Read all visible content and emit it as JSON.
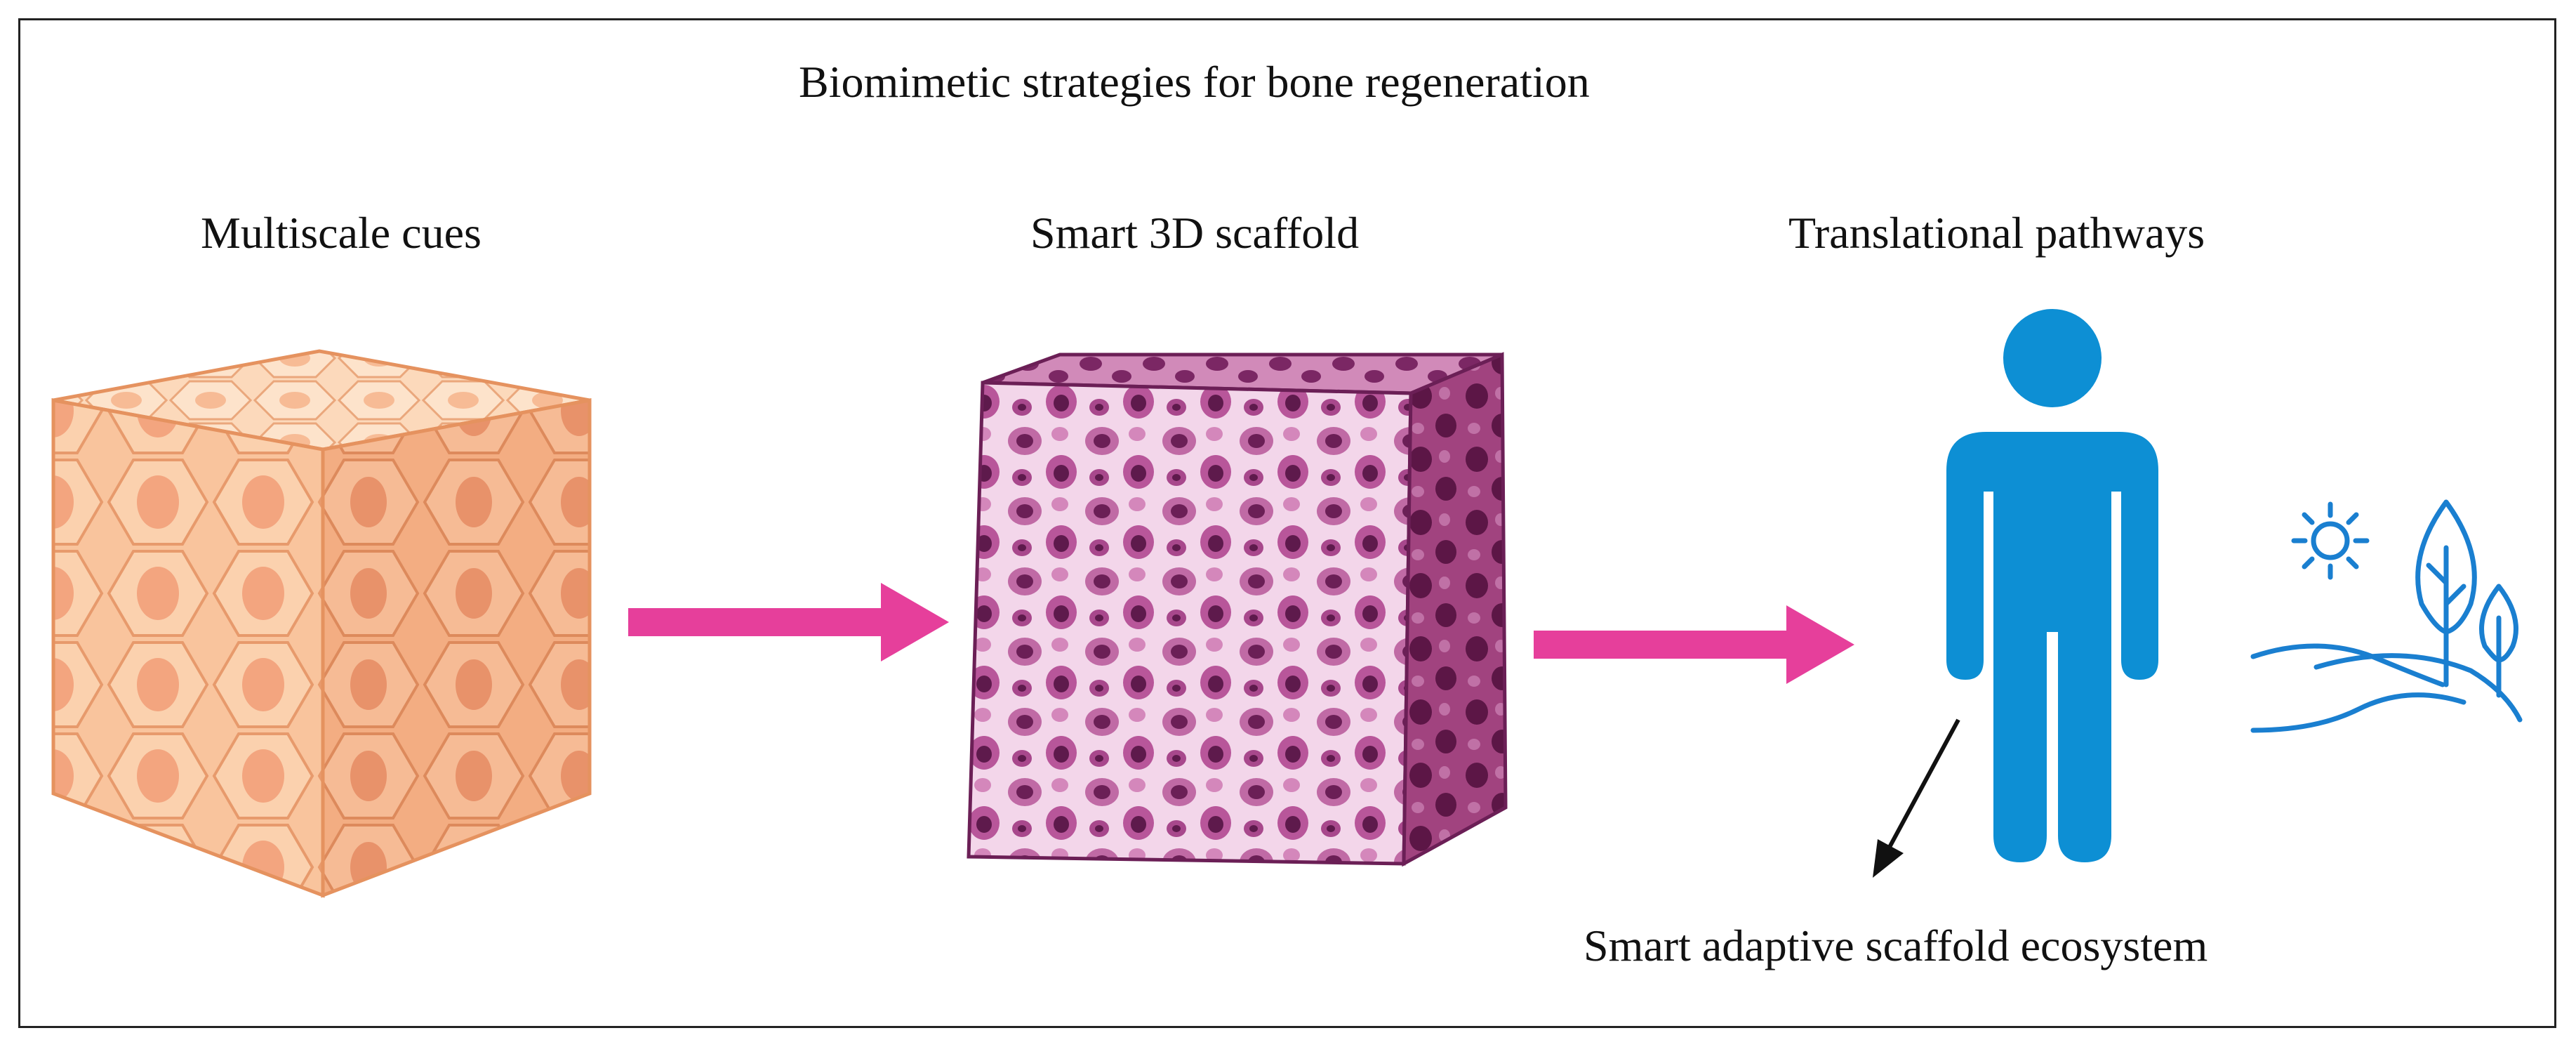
{
  "title": "Biomimetic strategies for bone regeneration",
  "stages": [
    {
      "label": "Multiscale cues",
      "icon": "cell-cube-icon"
    },
    {
      "label": "Smart 3D scaffold",
      "icon": "porous-scaffold-cube-icon"
    },
    {
      "label": "Translational pathways",
      "icon": "human-figure-icon"
    }
  ],
  "ecosystem_label": "Smart adaptive scaffold ecosystem",
  "icons": {
    "environment": "landscape-tree-sun-icon",
    "pointer": "diagonal-arrow-icon"
  },
  "colors": {
    "arrow": "#e63f9b",
    "cell_cube": "#f6b98e",
    "scaffold": "#b04a8f",
    "human": "#0d8fd4",
    "landscape": "#1a7fd0"
  }
}
